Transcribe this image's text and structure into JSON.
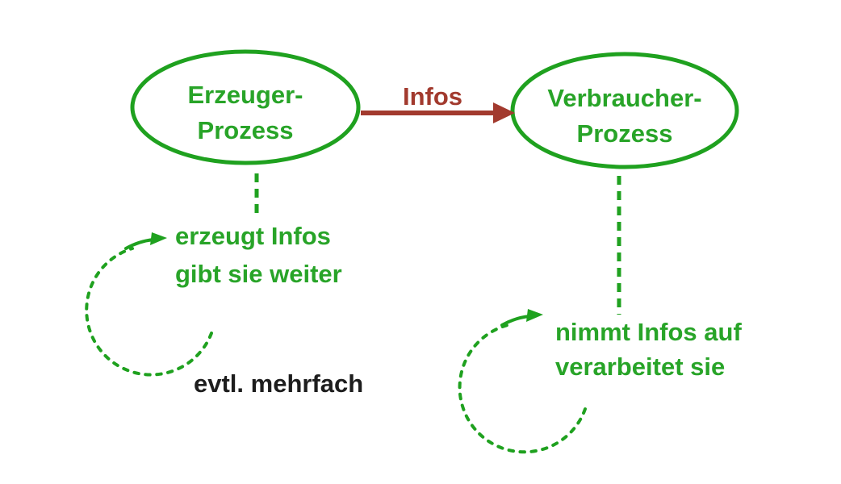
{
  "colors": {
    "background": "#ffffff",
    "green": "#1fa11f",
    "text_green": "#28a428",
    "red": "#a23a2e",
    "black": "#1d1d1d"
  },
  "diagram": {
    "producer": {
      "label_line1": "Erzeuger-",
      "label_line2": "Prozess",
      "note_line1": "erzeugt Infos",
      "note_line2": "gibt sie weiter"
    },
    "consumer": {
      "label_line1": "Verbraucher-",
      "label_line2": "Prozess",
      "note_line1": "nimmt Infos auf",
      "note_line2": "verarbeitet sie"
    },
    "arrow": {
      "label": "Infos"
    },
    "annotation": {
      "repeat_note": "evtl. mehrfach"
    },
    "icons": {
      "producer_loop": "dashed-loop-arrow-icon",
      "consumer_loop": "dashed-loop-arrow-icon"
    }
  }
}
